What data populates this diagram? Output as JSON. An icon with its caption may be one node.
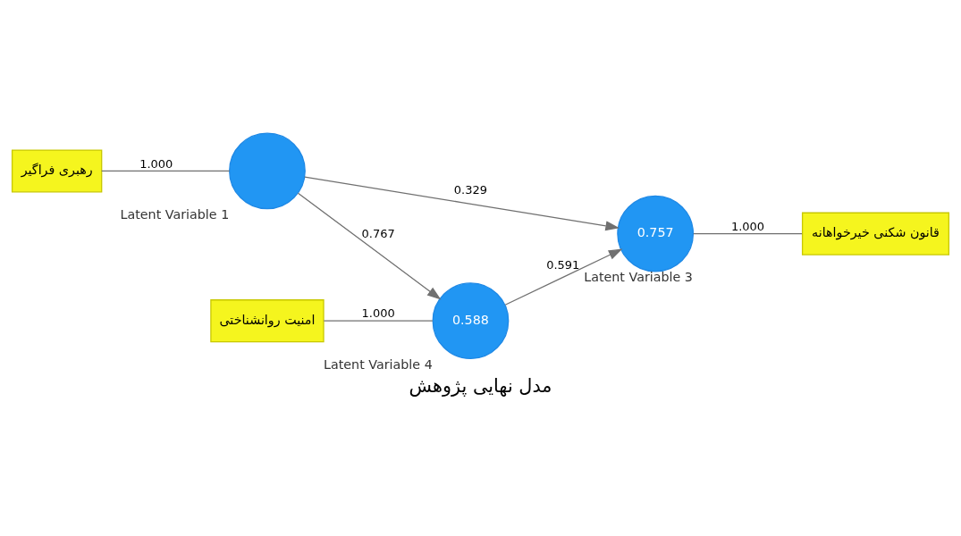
{
  "diagram": {
    "caption": "مدل نهایی پژوهش",
    "nodes": [
      {
        "text": [
          "رهبری فراگیر"
        ]
      },
      {
        "text": [],
        "shape": "circle",
        "beside": [
          "Latent Variable 1"
        ]
      },
      {
        "text": [
          "امنیت روانشناختی"
        ]
      },
      {
        "text": [
          "0.588"
        ],
        "beside": [
          "Latent Variable 4"
        ]
      },
      {
        "text": [
          "0.757"
        ],
        "beside": [
          "Latent Variable 3"
        ]
      },
      {
        "text": [
          "قانون شکنی خیرخواهانه"
        ]
      }
    ],
    "edges": [
      {
        "from": 0,
        "to": 1,
        "arrow": "none",
        "label": "1.000"
      },
      {
        "from": 1,
        "to": 4,
        "arrow": "to",
        "label": "0.329"
      },
      {
        "from": 1,
        "to": 3,
        "arrow": "to",
        "label": "0.767"
      },
      {
        "from": 2,
        "to": 3,
        "arrow": "none",
        "label": "1.000"
      },
      {
        "from": 3,
        "to": 4,
        "arrow": "to",
        "label": "0.591"
      },
      {
        "from": 4,
        "to": 5,
        "arrow": "none",
        "label": "1.000"
      }
    ]
  }
}
